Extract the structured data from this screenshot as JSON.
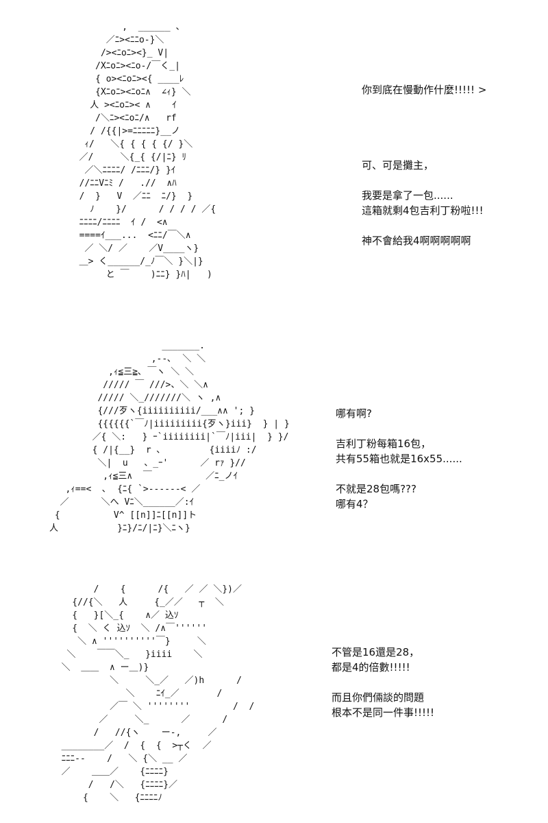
{
  "panels": [
    {
      "art": "          ,  ______ 、\n       ／ﾆ><ﾆﾆo-}＼\n      /><ﾆoﾆ><}_ V|\n     /Xﾆoﾆ><ﾆo-/￣く_|\n     { o><ﾆoﾆ><{ ____ﾚ\n     {Xﾆoﾆ><ﾆoﾆ∧  ∠ｨ} ＼\n    人 ><ﾆoﾆ>< ∧    ｲ\n     /＼ﾆ><ﾆoﾆ/∧   rf\n    / /{{|>=ﾆﾆﾆﾆﾆ}__ノ\n   ｨ/   ＼{ { { { {/ }＼\n  ／/     ＼{_{ {/|ﾆ} ﾘ\n   ／＼ﾆﾆﾆﾆ/ /ﾆﾆﾆ/} }ｲ\n  //ﾆﾆVﾆﾐ /   .//  ∧ﾊ\n  /  }   V  ／ﾆﾆ  ﾆ/}  }\n    ﾉ    }/      / / / / ／{\n  ﾆﾆﾆﾆ/ﾆﾆﾆﾆ  ｲ /  <∧\n  ====ｲ___...  <ﾆﾆ/￣＼∧\n   ／ ＼/ ／    ／V____ヽ}\n  ＿> く______/_ﾉ￣＼ }＼|}\n       と ￣    )ﾆﾆ} }ﾊ|   )",
      "lines": [
        "你到底在慢動作什麼!!!!! >",
        "",
        "",
        "",
        "",
        "可、可是攤主，",
        "",
        "我要是拿了一包......",
        "這箱就剩4包吉利丁粉啦!!!",
        "",
        "神不會給我4啊啊啊啊啊"
      ]
    },
    {
      "art": "                     _______.\n                   ,--､  ＼ ＼\n           ,ｨ≦三≧､ ￣ヽ ＼ ＼\n          ///// ￣ ///>、＼ ＼∧\n         ///// ＼_///////＼ ヽ ,∧\n         {///歹ヽ{iiiiiiiiii/___∧∧ '; }\n         {{{{{{`￣ﾉ|iiiiiiiii{歹ヽ}iii}  } | }\n        ／{ ＼:   } ｰ`iiiiiiii|`￣ﾉ|iii|  } }/\n        { /|{__}  r ､         {iiiiﾉ :/\n         ＼|  u   、_ｰ'      ／ rｧ }//\n          ,ｨ≦三∧  ￣          ／ﾆ_ノｲ\n   ,ｨ==<  ､  {ﾆ{ `>------< ／\n  ／      ＼へ Vﾆ＼______／:ｲ\n {          V^ [[n]]ﾆ[[n]]ト\n人           }ﾆ}/ﾆ/|ﾆ}＼ﾆヽ}",
      "lines": [
        "哪有啊?",
        "",
        "吉利丁粉每箱16包，",
        "共有55箱也就是16x55......",
        "",
        "不就是28包嗎???",
        "哪有4？"
      ]
    },
    {
      "art": "        /    {      /{   ／ ／ ＼})／\n    {//{＼   人     {_／／   ┬  ＼\n    {   }[＼_{    ∧／ 込ｿ\n    {  ＼ く 込ｿ  ＼ /∧￣''''''\n     ＼ ∧ ''''''''''￣}     ＼\n   ＼    ￣￣＼_   }iiii    ＼\n  ＼  ＿＿  ∧ ー＿)}\n           ＼     ＼_／   ／)h      /\n              ＼    ﾆｲ_／       /\n           ／￣ ＼ ''''''''        /  /\n         ／     ＼_      ／      /\n        /   //{ヽ    ー-,     ／\n  ________／  /  {  {  >┬く  ／\n  ﾆﾆﾆ--    /   ＼ {＼ __ ／\n  ／    ＿＿／    {ﾆﾆﾆﾆ}\n       /   /＼   {ﾆﾆﾆﾆ}／\n      {    ＼   {ﾆﾆﾆﾆﾉ",
      "lines": [
        "不管是16還是28，",
        "都是4的倍數!!!!!",
        "",
        "而且你們倆談的問題",
        "根本不是同一件事!!!!!"
      ]
    }
  ]
}
